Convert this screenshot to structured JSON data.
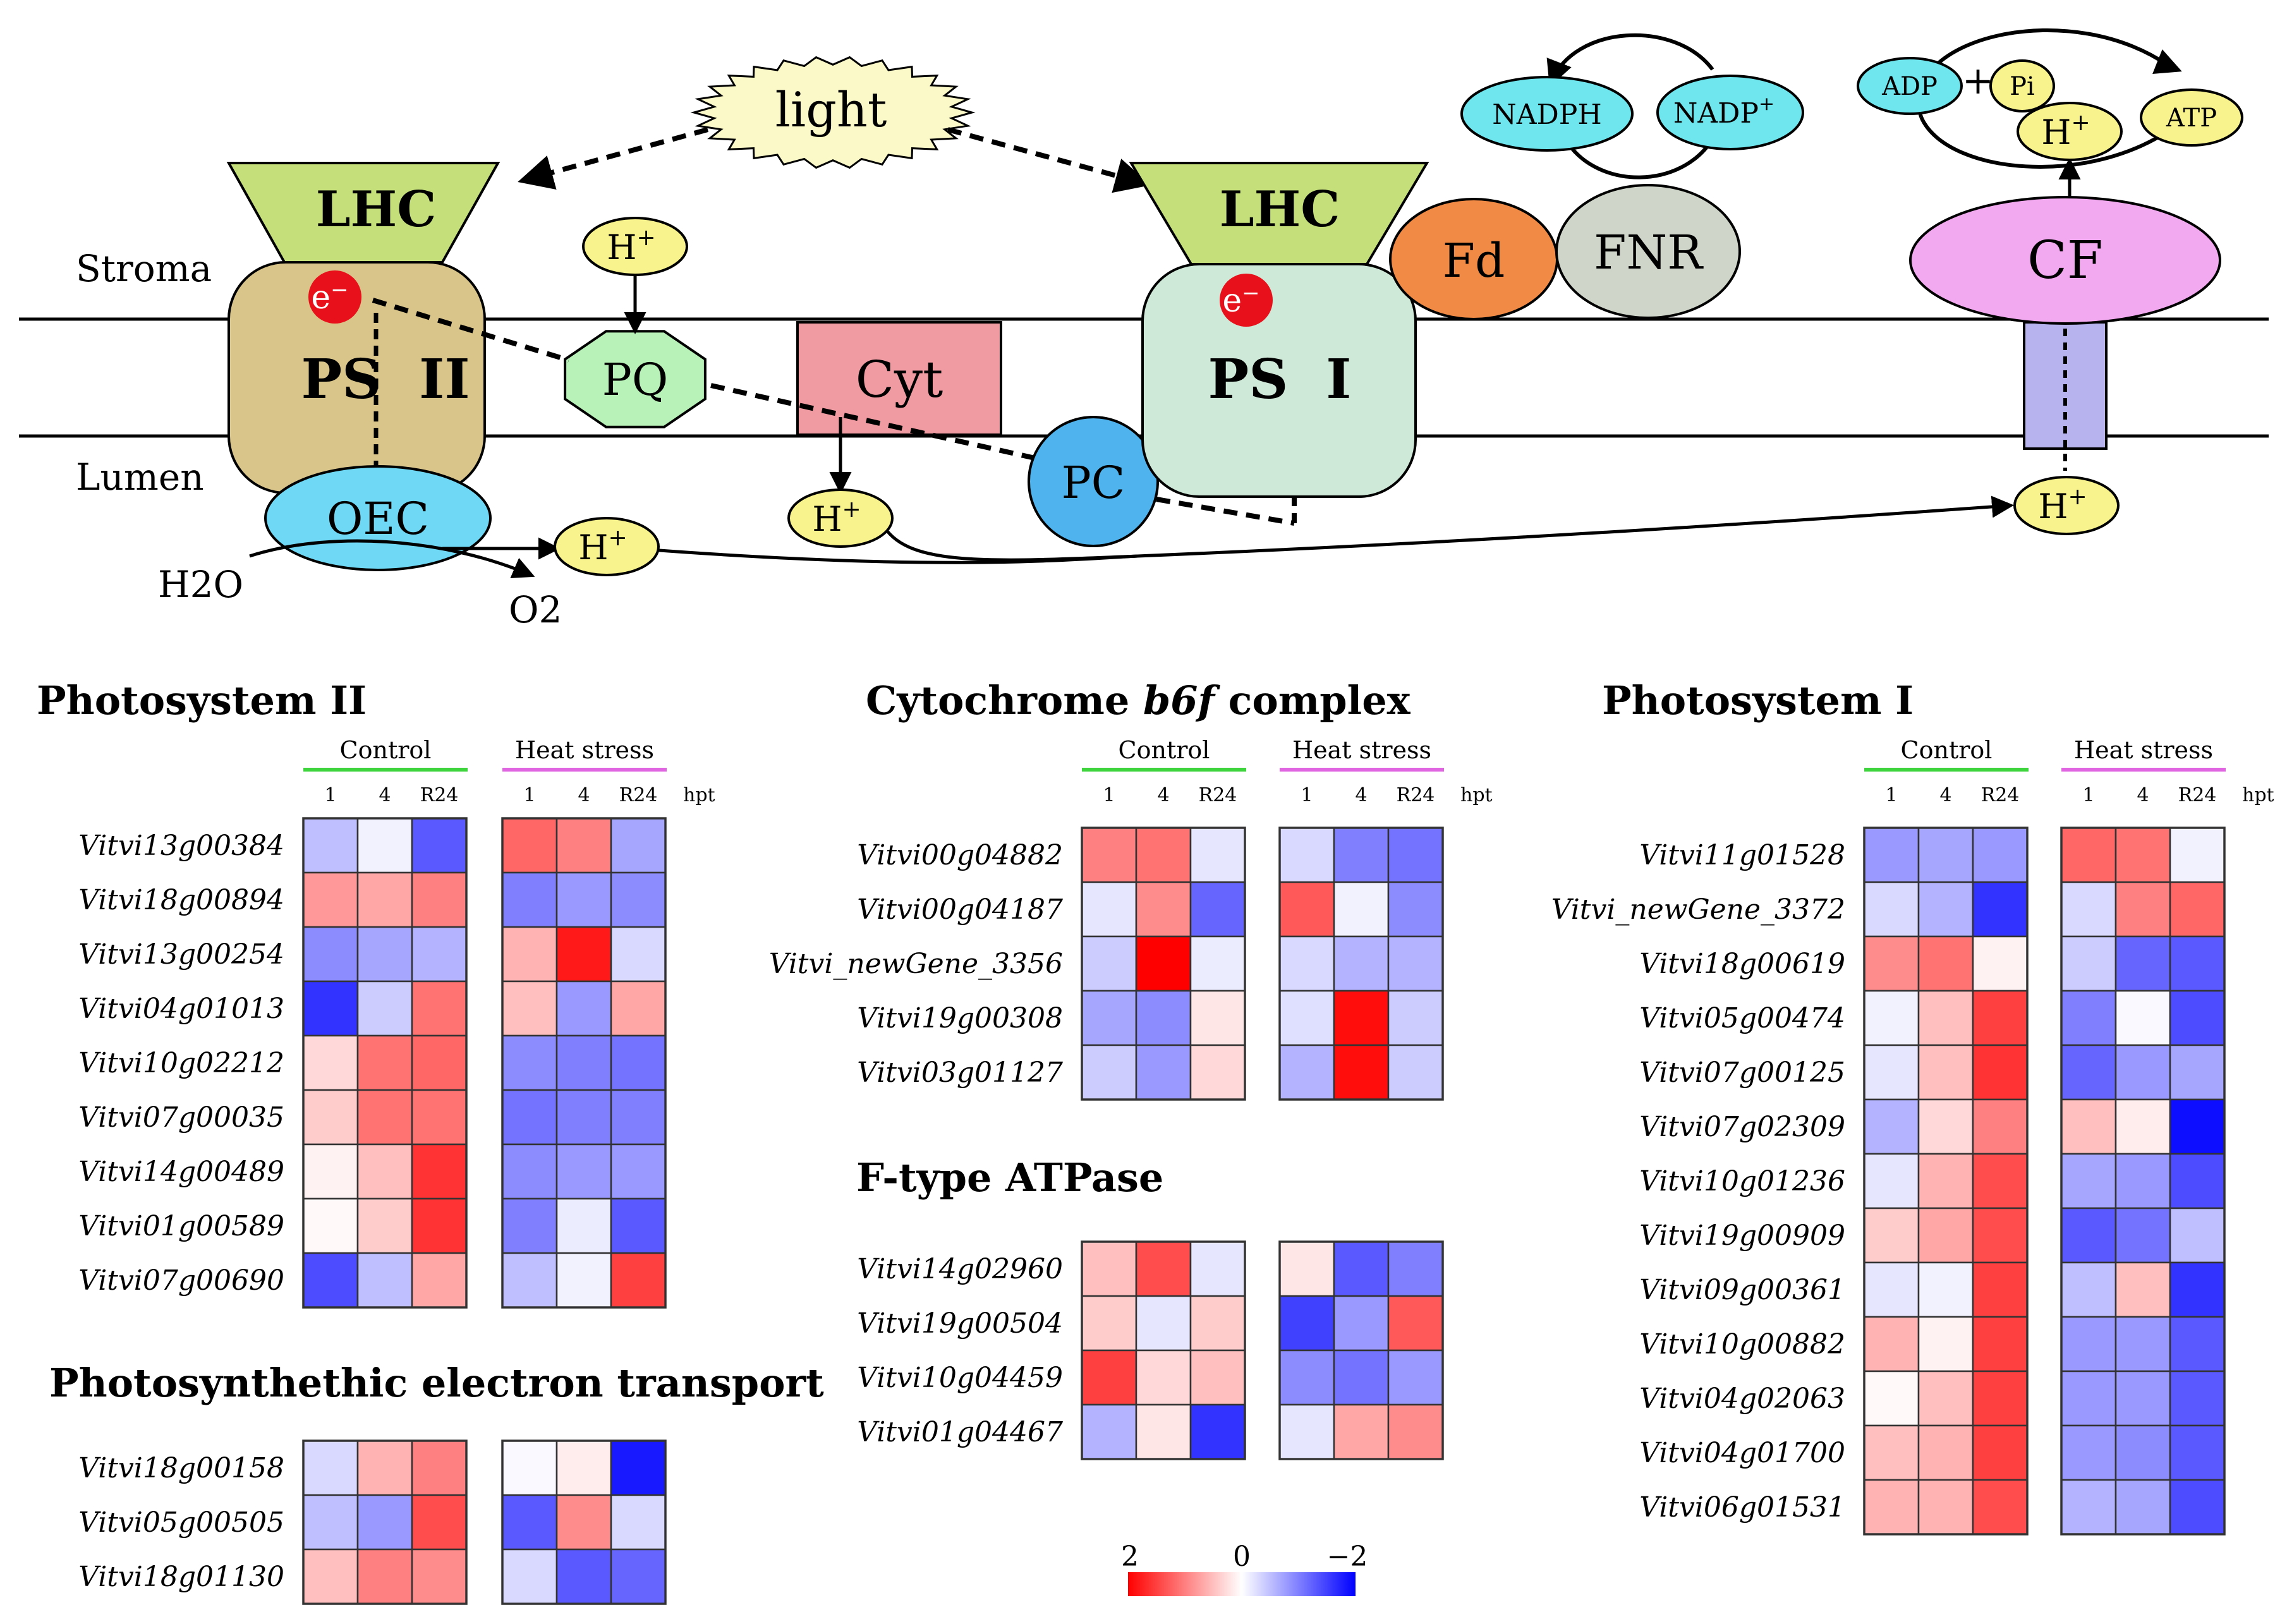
{
  "diagram": {
    "light": "light",
    "stroma": "Stroma",
    "lumen": "Lumen",
    "lhc": "LHC",
    "ps2": "PS  II",
    "ps1": "PS  I",
    "electron": "e",
    "electron_sup": "−",
    "h": "H",
    "h_sup": "+",
    "pq": "PQ",
    "cyt": "Cyt",
    "pc": "PC",
    "oec": "OEC",
    "fd": "Fd",
    "fnr": "FNR",
    "nadph": "NADPH",
    "nadp": "NADP",
    "nadp_sup": "+",
    "adp": "ADP",
    "plus": "+",
    "pi": "Pi",
    "atp": "ATP",
    "cf": "CF",
    "h2o": "H2O",
    "o2": "O2"
  },
  "colors": {
    "lhc": "#c5e07a",
    "ps2": "#d9c58a",
    "ps1": "#cfe9d8",
    "pq": "#b9f2b9",
    "cyt": "#f09aa2",
    "pc": "#4fb4ee",
    "oec": "#6fd8f4",
    "fd": "#f08a45",
    "fnr": "#cfd5c8",
    "cyan": "#6fe6ee",
    "proton": "#f8f38c",
    "cf": "#f3a9f0",
    "cf_stalk": "#b7b3ee",
    "light": "#fbf9c8",
    "electron": "#e8101a",
    "heat_high": "#ff0000",
    "heat_mid": "#ffffff",
    "heat_low": "#0000ff"
  },
  "common": {
    "control": "Control",
    "heat": "Heat stress",
    "ticks": [
      "1",
      "4",
      "R24"
    ],
    "hpt": "hpt"
  },
  "legend": {
    "max": "2",
    "mid": "0",
    "min": "−2",
    "range": [
      2,
      -2
    ]
  },
  "sections": [
    {
      "id": "ps2",
      "title": "Photosystem II",
      "genes": [
        "Vitvi13g00384",
        "Vitvi18g00894",
        "Vitvi13g00254",
        "Vitvi04g01013",
        "Vitvi10g02212",
        "Vitvi07g00035",
        "Vitvi14g00489",
        "Vitvi01g00589",
        "Vitvi07g00690"
      ],
      "values": [
        [
          -0.5,
          -0.1,
          -1.3,
          1.2,
          1.0,
          -0.7
        ],
        [
          0.8,
          0.7,
          1.0,
          -1.0,
          -0.8,
          -0.9
        ],
        [
          -0.9,
          -0.7,
          -0.6,
          0.6,
          1.8,
          -0.3
        ],
        [
          -1.6,
          -0.4,
          1.1,
          0.5,
          -0.8,
          0.7
        ],
        [
          0.3,
          1.1,
          1.2,
          -0.9,
          -1.0,
          -1.1
        ],
        [
          0.4,
          1.1,
          1.1,
          -1.1,
          -1.0,
          -1.0
        ],
        [
          0.1,
          0.5,
          1.6,
          -0.9,
          -0.8,
          -0.8
        ],
        [
          0.05,
          0.4,
          1.6,
          -1.0,
          -0.15,
          -1.3
        ],
        [
          -1.4,
          -0.5,
          0.7,
          -0.5,
          -0.1,
          1.5
        ]
      ]
    },
    {
      "id": "pet",
      "title": "Photosynthethic electron transport",
      "genes": [
        "Vitvi18g00158",
        "Vitvi05g00505",
        "Vitvi18g01130"
      ],
      "values": [
        [
          -0.3,
          0.6,
          1.0,
          -0.05,
          0.15,
          -1.8
        ],
        [
          -0.5,
          -0.8,
          1.4,
          -1.3,
          0.9,
          -0.3
        ],
        [
          0.5,
          1.0,
          0.9,
          -0.3,
          -1.3,
          -1.2
        ]
      ]
    },
    {
      "id": "cyt",
      "title_prefix": "Cytochrome ",
      "title_italic": "b6f",
      "title_suffix": " complex",
      "genes": [
        "Vitvi00g04882",
        "Vitvi00g04187",
        "Vitvi_newGene_3356",
        "Vitvi19g00308",
        "Vitvi03g01127"
      ],
      "values": [
        [
          1.0,
          1.1,
          -0.2,
          -0.3,
          -1.0,
          -1.1
        ],
        [
          -0.2,
          0.9,
          -1.2,
          1.3,
          -0.1,
          -0.9
        ],
        [
          -0.4,
          2.0,
          -0.15,
          -0.3,
          -0.6,
          -0.6
        ],
        [
          -0.7,
          -0.9,
          0.2,
          -0.25,
          1.9,
          -0.4
        ],
        [
          -0.4,
          -0.8,
          0.3,
          -0.6,
          1.9,
          -0.4
        ]
      ]
    },
    {
      "id": "atp",
      "title": "F-type ATPase",
      "genes": [
        "Vitvi14g02960",
        "Vitvi19g00504",
        "Vitvi10g04459",
        "Vitvi01g04467"
      ],
      "values": [
        [
          0.5,
          1.4,
          -0.2,
          0.2,
          -1.3,
          -1.0
        ],
        [
          0.4,
          -0.2,
          0.4,
          -1.5,
          -0.8,
          1.3
        ],
        [
          1.5,
          0.3,
          0.5,
          -0.9,
          -1.1,
          -0.8
        ],
        [
          -0.6,
          0.2,
          -1.6,
          -0.2,
          0.7,
          0.9
        ]
      ]
    },
    {
      "id": "ps1",
      "title": "Photosystem I",
      "genes": [
        "Vitvi11g01528",
        "Vitvi_newGene_3372",
        "Vitvi18g00619",
        "Vitvi05g00474",
        "Vitvi07g00125",
        "Vitvi07g02309",
        "Vitvi10g01236",
        "Vitvi19g00909",
        "Vitvi09g00361",
        "Vitvi10g00882",
        "Vitvi04g02063",
        "Vitvi04g01700",
        "Vitvi06g01531"
      ],
      "values": [
        [
          -0.8,
          -0.7,
          -0.8,
          1.2,
          1.1,
          -0.1
        ],
        [
          -0.3,
          -0.6,
          -1.6,
          -0.3,
          1.0,
          1.2
        ],
        [
          0.9,
          1.1,
          0.1,
          -0.4,
          -1.2,
          -1.3
        ],
        [
          -0.1,
          0.5,
          1.5,
          -1.0,
          -0.05,
          -1.4
        ],
        [
          -0.2,
          0.5,
          1.6,
          -1.2,
          -0.8,
          -0.7
        ],
        [
          -0.6,
          0.3,
          1.0,
          0.5,
          0.15,
          -1.9
        ],
        [
          -0.2,
          0.6,
          1.4,
          -0.7,
          -0.8,
          -1.4
        ],
        [
          0.4,
          0.7,
          1.4,
          -1.3,
          -1.1,
          -0.5
        ],
        [
          -0.2,
          -0.1,
          1.5,
          -0.5,
          0.5,
          -1.6
        ],
        [
          0.6,
          0.1,
          1.5,
          -0.8,
          -0.8,
          -1.3
        ],
        [
          0.05,
          0.5,
          1.5,
          -0.8,
          -0.8,
          -1.3
        ],
        [
          0.5,
          0.6,
          1.5,
          -0.8,
          -0.9,
          -1.3
        ],
        [
          0.6,
          0.6,
          1.4,
          -0.6,
          -0.7,
          -1.4
        ]
      ]
    }
  ]
}
